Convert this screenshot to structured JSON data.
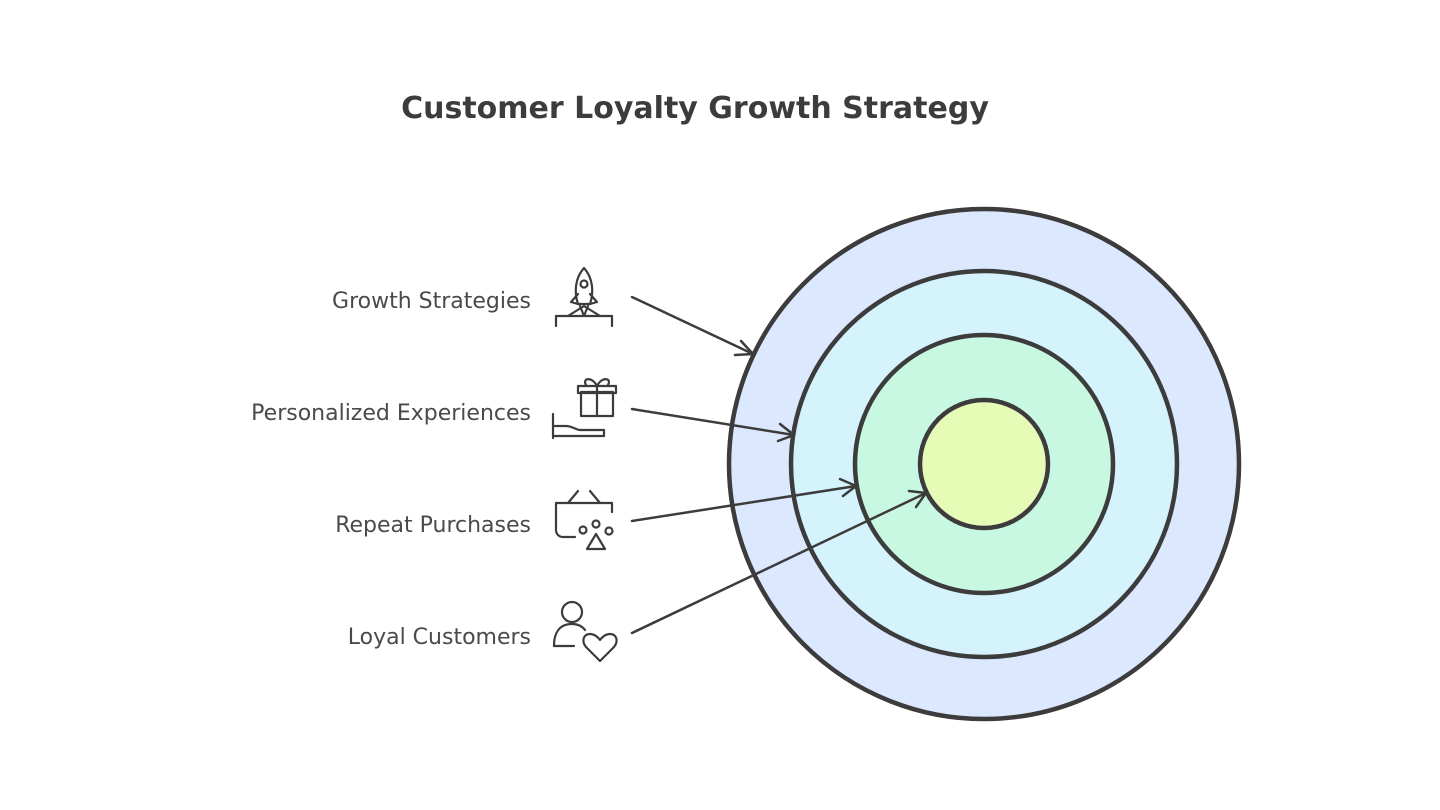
{
  "title": "Customer Loyalty Growth Strategy",
  "layers": [
    {
      "label": "Growth Strategies",
      "icon": "rocket-icon",
      "fill": "#dbe8fd"
    },
    {
      "label": "Personalized Experiences",
      "icon": "gift-in-hand-icon",
      "fill": "#d4f3fc"
    },
    {
      "label": "Repeat Purchases",
      "icon": "shopping-basket-icon",
      "fill": "#c9f8e2"
    },
    {
      "label": "Loyal Customers",
      "icon": "person-heart-icon",
      "fill": "#e6fbb6"
    }
  ],
  "colors": {
    "stroke": "#3c3c3c",
    "text": "#4a4a4a",
    "background": "#ffffff"
  }
}
